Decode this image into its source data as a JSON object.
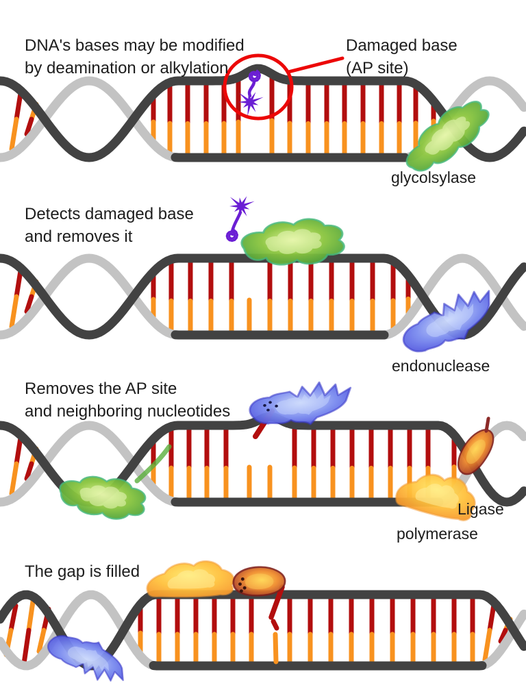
{
  "figure": {
    "subject": "DNA base excision repair diagram",
    "background": "#ffffff"
  },
  "colors": {
    "strand_dark": "#424242",
    "strand_light": "#c3c3c3",
    "rung_red": "#b20e0e",
    "rung_orange": "#f8921f",
    "damaged_base_purple": "#6b1fd4",
    "highlight_red": "#ec0707",
    "caption_text": "#1d1d1d",
    "glycosylase_green": "#66b435",
    "endonuclease_blue": "#5560e8",
    "polymerase_orange": "#f9a838",
    "ligase_red": "#b8402a"
  },
  "panels": [
    {
      "caption": "DNA's bases may be modified\nby deamination or alkylation",
      "callout": "Damaged base\n(AP site)",
      "enzyme_label": "glycolsylase"
    },
    {
      "caption": "Detects damaged base\nand removes it",
      "enzyme_label": "endonuclease"
    },
    {
      "caption": "Removes the AP site\nand neighboring nucleotides",
      "enzyme_label_1": "Ligase",
      "enzyme_label_2": "polymerase"
    },
    {
      "caption": "The gap is filled"
    }
  ]
}
